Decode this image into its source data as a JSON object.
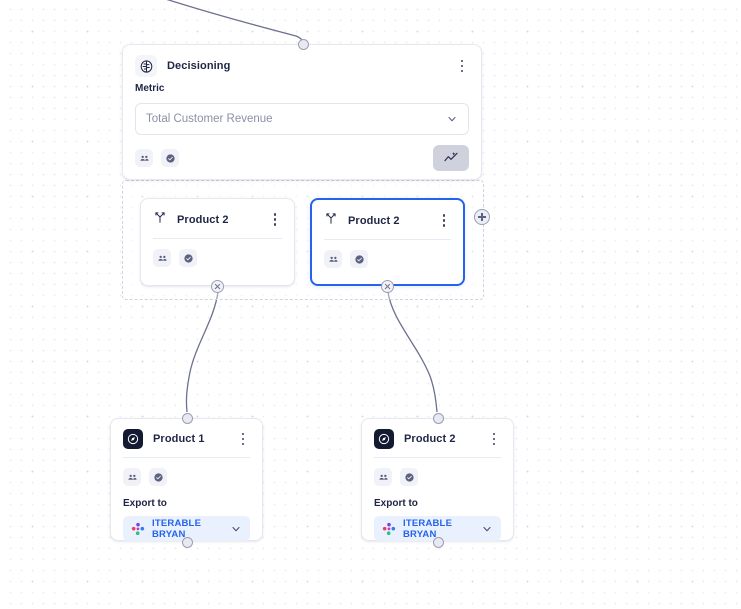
{
  "canvas": {
    "background": "#ffffff",
    "grid": "dot-grid",
    "accent": "#2563eb",
    "edge_color": "#6d7190"
  },
  "nodes": {
    "decisioning": {
      "title": "Decisioning",
      "icon": "brain-icon",
      "menu_icon": "kebab-menu-icon",
      "metric_label": "Metric",
      "metric_value": "Total Customer Revenue",
      "chevron_icon": "chevron-down-icon",
      "chips": [
        "audience-icon",
        "check-badge-icon"
      ],
      "action_icon": "chart-line-icon"
    },
    "branch_a": {
      "title": "Product 2",
      "icon": "branch-split-icon",
      "menu_icon": "kebab-menu-icon",
      "chips": [
        "audience-icon",
        "check-badge-icon"
      ],
      "selected": false
    },
    "branch_b": {
      "title": "Product 2",
      "icon": "branch-split-icon",
      "menu_icon": "kebab-menu-icon",
      "chips": [
        "audience-icon",
        "check-badge-icon"
      ],
      "selected": true
    },
    "export_a": {
      "title": "Product 1",
      "icon": "compass-app-icon",
      "menu_icon": "kebab-menu-icon",
      "chips": [
        "audience-icon",
        "check-badge-icon"
      ],
      "export_label": "Export to",
      "destination": "ITERABLE BRYAN",
      "destination_icon": "iterable-logo-icon",
      "chevron_icon": "chevron-down-icon"
    },
    "export_b": {
      "title": "Product 2",
      "icon": "compass-app-icon",
      "menu_icon": "kebab-menu-icon",
      "chips": [
        "audience-icon",
        "check-badge-icon"
      ],
      "export_label": "Export to",
      "destination": "ITERABLE BRYAN",
      "destination_icon": "iterable-logo-icon",
      "chevron_icon": "chevron-down-icon"
    }
  },
  "handles": {
    "remove_icon": "remove-connection-icon",
    "add_icon": "add-node-icon",
    "port_icon": "connection-port-icon"
  }
}
